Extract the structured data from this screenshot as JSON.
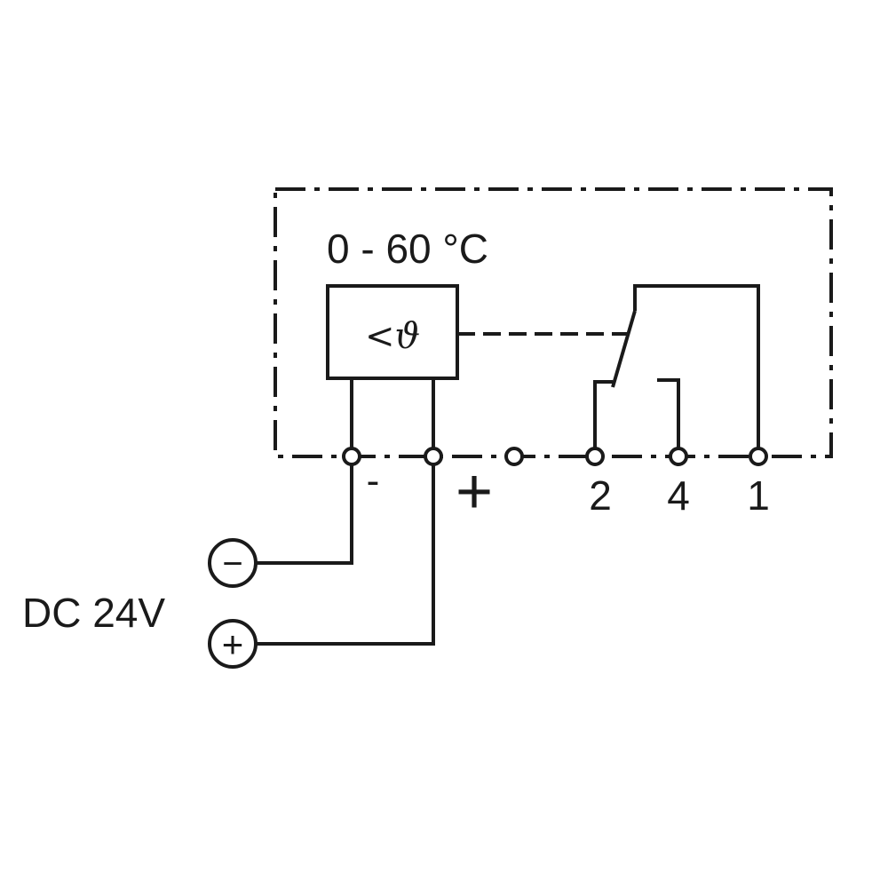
{
  "range_label": "0 - 60 °C",
  "sensor_symbol": "<ϑ",
  "terminals": {
    "minus": "-",
    "plus": "+",
    "t2": "2",
    "t4": "4",
    "t1": "1"
  },
  "supply": {
    "label": "DC 24V",
    "neg_symbol": "−",
    "pos_symbol": "+"
  }
}
